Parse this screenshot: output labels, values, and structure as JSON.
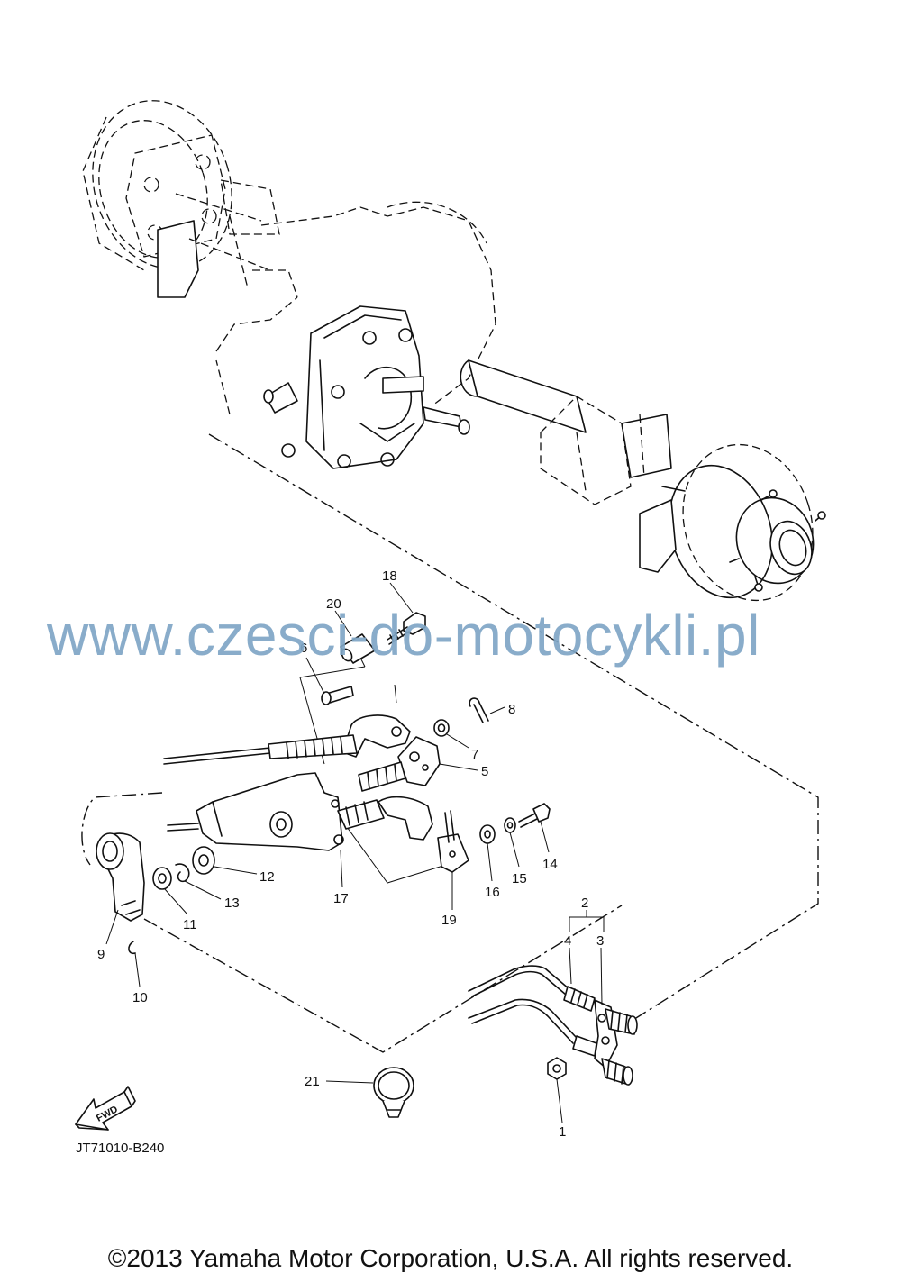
{
  "watermark": "www.czesci-do-motocykli.pl",
  "diagram_code": "JT71010-B240",
  "copyright": "©2013 Yamaha Motor Corporation, U.S.A. All rights reserved.",
  "fwd_label": "FWD",
  "callouts": [
    "1",
    "2",
    "3",
    "4",
    "5",
    "6",
    "7",
    "8",
    "9",
    "10",
    "11",
    "12",
    "13",
    "14",
    "15",
    "16",
    "17",
    "18",
    "19",
    "20",
    "21"
  ]
}
